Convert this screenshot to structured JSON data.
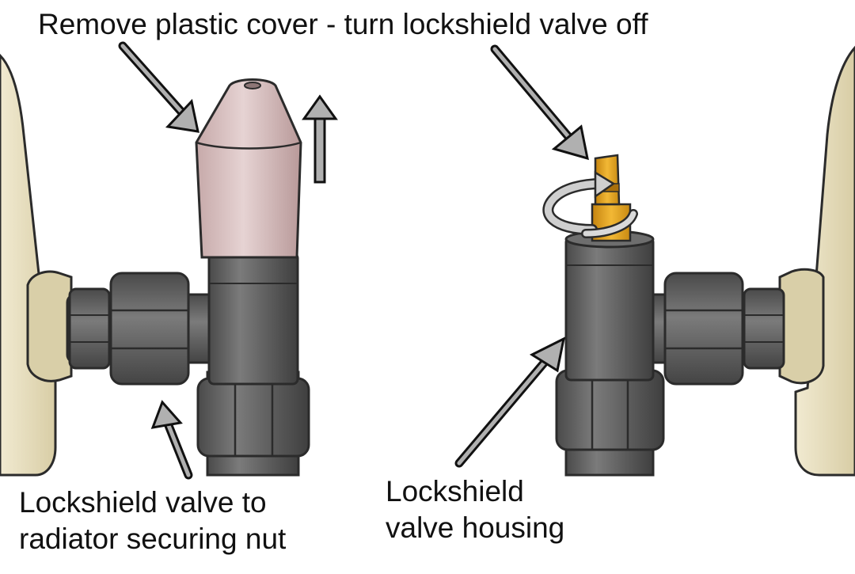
{
  "annotations": {
    "title": "Remove plastic cover - turn lockshield valve off",
    "securing_nut": [
      "Lockshield valve to",
      "radiator securing nut"
    ],
    "valve_housing": [
      "Lockshield",
      "valve housing"
    ]
  },
  "colors": {
    "outline": "#2b2b2b",
    "pipe": "#5b5b5b",
    "pipe_light": "#7a7a7a",
    "cover": "#d6bcbc",
    "spindle": "#e3a21a",
    "radiator": "#e8dfbf",
    "arrow_fill": "#a9a9a9",
    "text": "#111111"
  }
}
